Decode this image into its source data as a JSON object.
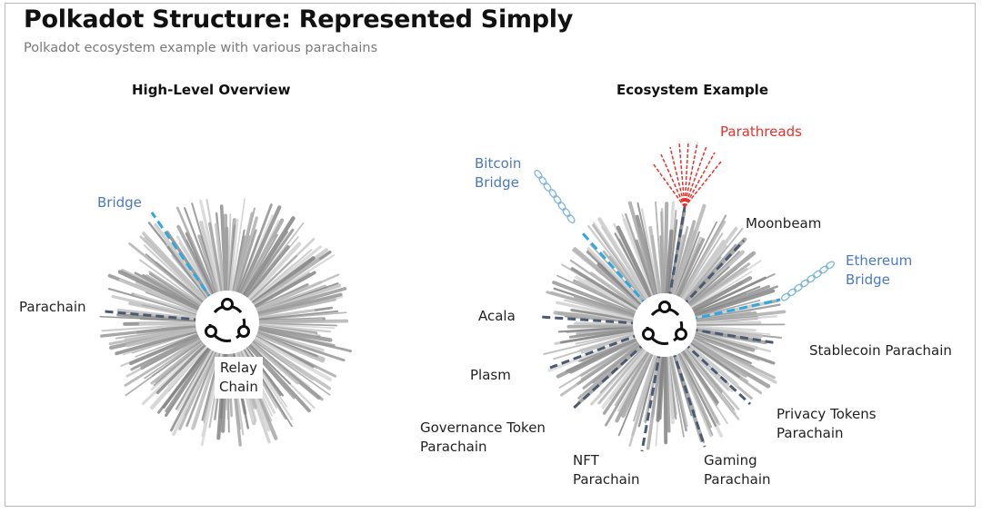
{
  "header": {
    "title": "Polkadot Structure: Represented Simply",
    "subtitle": "Polkadot ecosystem example with various parachains"
  },
  "left_panel": {
    "title": "High-Level Overview",
    "labels": {
      "bridge": "Bridge",
      "parachain": "Parachain",
      "relay_line1": "Relay",
      "relay_line2": "Chain"
    }
  },
  "right_panel": {
    "title": "Ecosystem Example",
    "labels": {
      "parathreads": "Parathreads",
      "bitcoin_line1": "Bitcoin",
      "bitcoin_line2": "Bridge",
      "moonbeam": "Moonbeam",
      "ethereum_line1": "Ethereum",
      "ethereum_line2": "Bridge",
      "acala": "Acala",
      "stablecoin": "Stablecoin Parachain",
      "plasm": "Plasm",
      "privacy_line1": "Privacy Tokens",
      "privacy_line2": "Parachain",
      "governance_line1": "Governance Token",
      "governance_line2": "Parachain",
      "nft_line1": "NFT",
      "nft_line2": "Parachain",
      "gaming_line1": "Gaming",
      "gaming_line2": "Parachain"
    }
  },
  "icons": {
    "relay_chain": "relay-chain-icon"
  },
  "colors": {
    "spike": "#9a9a9a",
    "parachain_dash": "#4a5a72",
    "bridge_dash": "#2ea8e0",
    "parathread": "#e8312a",
    "bridge_label": "#4a78c2",
    "chain_link": "#7fb6dc"
  }
}
